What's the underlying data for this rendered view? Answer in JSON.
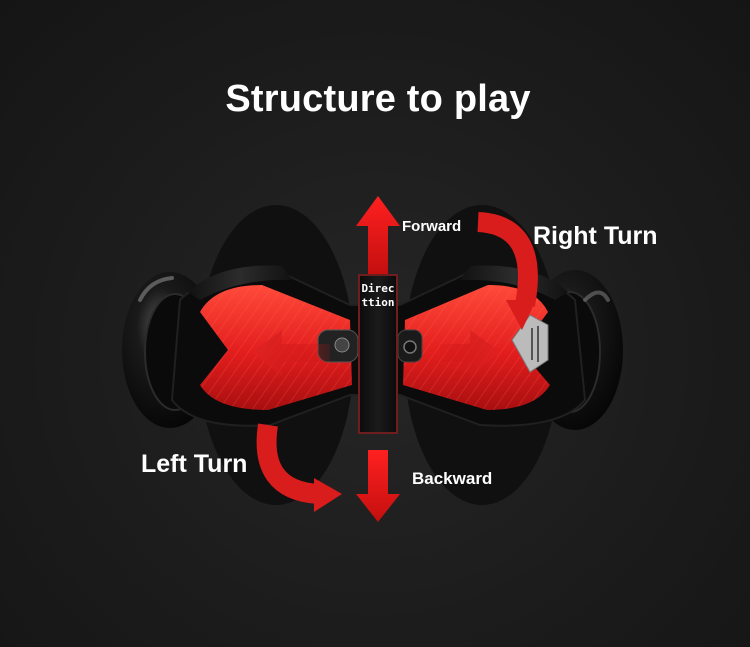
{
  "title": "Structure to play",
  "labels": {
    "forward": "Forward",
    "backward": "Backward",
    "right_turn": "Right Turn",
    "left_turn": "Left Turn",
    "direction": "Directtion"
  },
  "colors": {
    "background": "#1c1c1c",
    "accent_red": "#e02222",
    "body_black": "#0b0b0b"
  },
  "icons": [
    "forward-arrow-icon",
    "backward-arrow-icon",
    "right-turn-arrow-icon",
    "left-turn-arrow-icon",
    "lean-left-arrow-icon",
    "lean-right-arrow-icon"
  ]
}
